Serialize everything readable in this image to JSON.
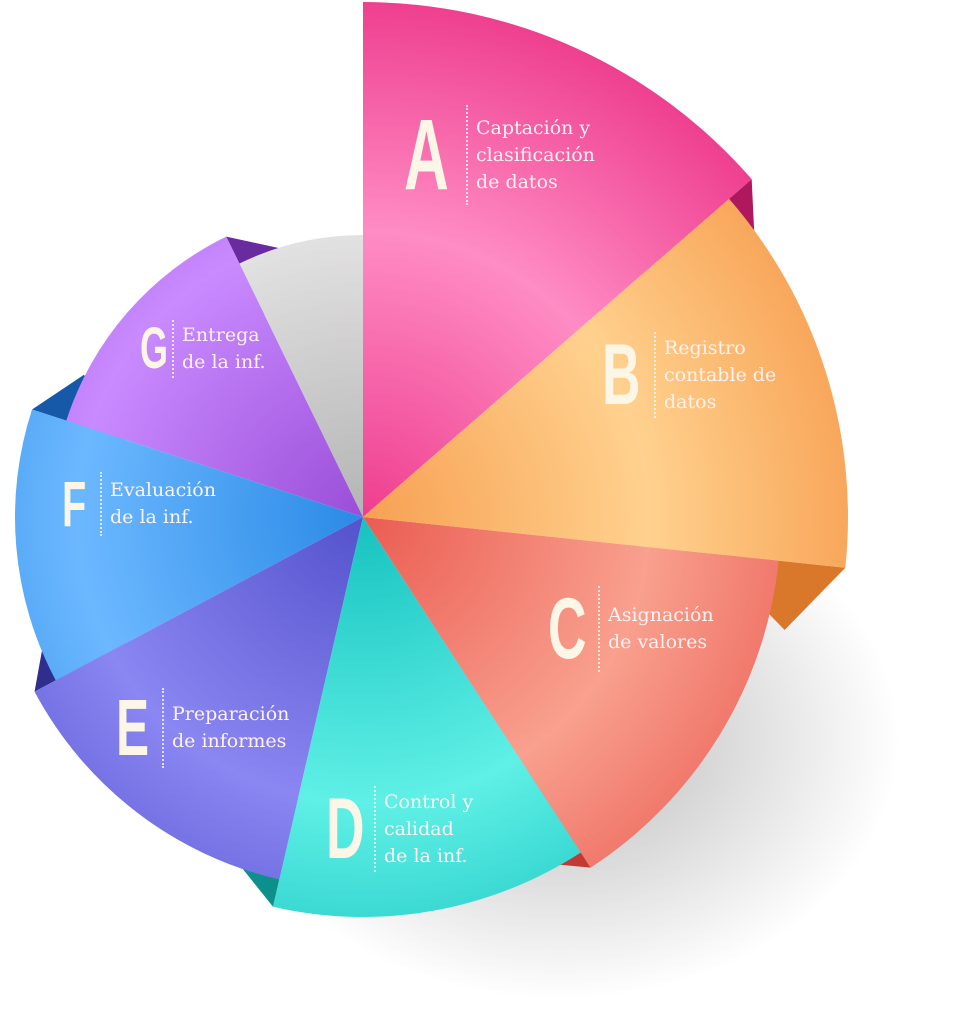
{
  "segments": [
    {
      "id": "a",
      "letter": "A",
      "text": "Captación y\nclasificación\nde datos",
      "color": "#ee3e8e",
      "light": "#ff8cc4",
      "dark": "#b0185e"
    },
    {
      "id": "b",
      "letter": "B",
      "text": "Registro\ncontable de\ndatos",
      "color": "#f7a052",
      "light": "#ffd18e",
      "dark": "#d9782a"
    },
    {
      "id": "c",
      "letter": "C",
      "text": "Asignación\nde valores",
      "color": "#ea5c52",
      "light": "#f9a08e",
      "dark": "#c23a34"
    },
    {
      "id": "d",
      "letter": "D",
      "text": "Control y\ncalidad\nde la inf.",
      "color": "#16c2bf",
      "light": "#5ff0e6",
      "dark": "#0d8f8c"
    },
    {
      "id": "e",
      "letter": "E",
      "text": "Preparación\nde informes",
      "color": "#5452cc",
      "light": "#8a86f2",
      "dark": "#2f2d8e"
    },
    {
      "id": "f",
      "letter": "F",
      "text": "Evaluación\nde la inf.",
      "color": "#2a8ae6",
      "light": "#6cb8ff",
      "dark": "#1559a8"
    },
    {
      "id": "g",
      "letter": "G",
      "text": "Entrega\nde la inf.",
      "color": "#9a4ed8",
      "light": "#c98aff",
      "dark": "#6a2aa0"
    }
  ],
  "center_color": "#b4b4b4"
}
